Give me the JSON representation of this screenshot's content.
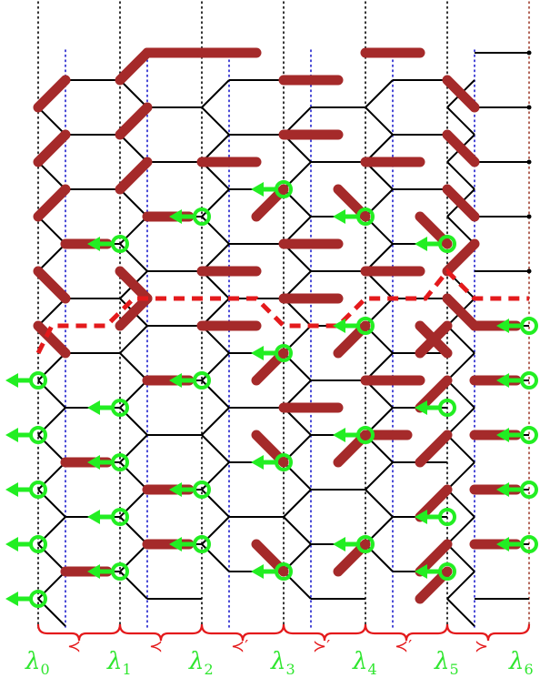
{
  "colors": {
    "edge": "#000000",
    "dimer": "#a52a2a",
    "path": "#e41a1c",
    "arrow": "#22ee22",
    "label": "#2fe62f",
    "brace": "#e41a1c",
    "guide_black": "#000000",
    "guide_blue": "#1a1acc",
    "guide_last": "#a04030"
  },
  "labels": {
    "lambda": "λ",
    "lambda_indices": [
      "0",
      "1",
      "2",
      "3",
      "4",
      "5",
      "6"
    ],
    "relations": [
      "≺",
      "≺",
      "≺′",
      "≻′",
      "≺′",
      "≻"
    ]
  }
}
